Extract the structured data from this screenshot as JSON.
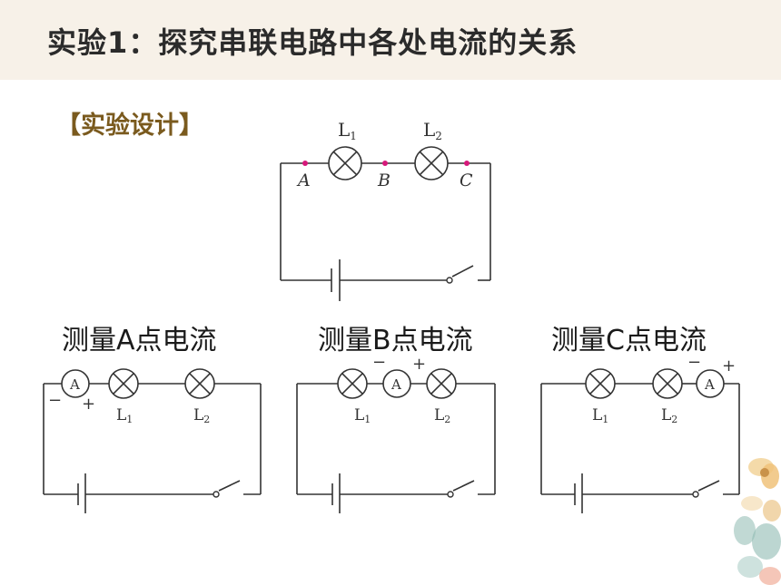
{
  "title": "实验1：探究串联电路中各处电流的关系",
  "section_label": "【实验设计】",
  "main_circuit": {
    "lamp1": "L",
    "lamp1_sub": "1",
    "lamp2": "L",
    "lamp2_sub": "2",
    "points": [
      "A",
      "B",
      "C"
    ]
  },
  "measurements": [
    {
      "label": "测量A点电流",
      "ammeter": "A",
      "minus": "−",
      "plus": "+",
      "lamp1": "L",
      "lamp1_sub": "1",
      "lamp2": "L",
      "lamp2_sub": "2"
    },
    {
      "label": "测量B点电流",
      "ammeter": "A",
      "minus": "−",
      "plus": "+",
      "lamp1": "L",
      "lamp1_sub": "1",
      "lamp2": "L",
      "lamp2_sub": "2"
    },
    {
      "label": "测量C点电流",
      "ammeter": "A",
      "minus": "−",
      "plus": "+",
      "lamp1": "L",
      "lamp1_sub": "1",
      "lamp2": "L",
      "lamp2_sub": "2"
    }
  ],
  "colors": {
    "title_bg": "#f7f1e8",
    "section_label": "#7a5a1e",
    "point_marker": "#d6187a",
    "wire": "#333333"
  }
}
